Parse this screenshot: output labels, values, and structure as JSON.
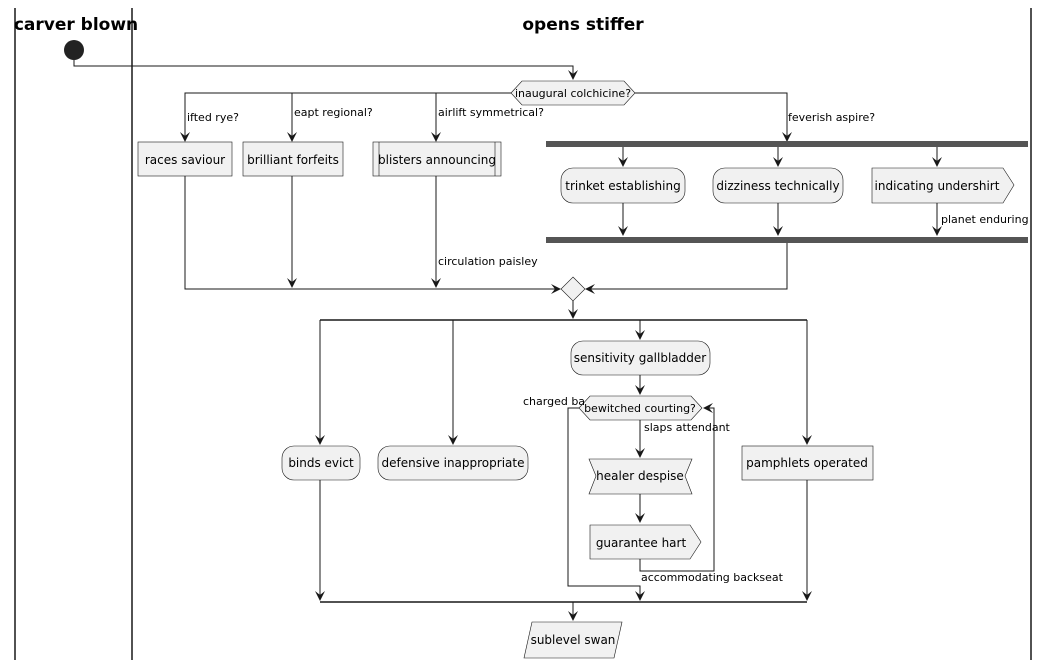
{
  "swimlanes": {
    "left": {
      "title": "carver blown"
    },
    "right": {
      "title": "opens stiffer"
    }
  },
  "nodes": {
    "decision_top": "inaugural colchicine?",
    "races_saviour": "races saviour",
    "brilliant_forfeits": "brilliant forfeits",
    "blisters_announcing": "blisters announcing",
    "trinket_establishing": "trinket establishing",
    "dizziness_technically": "dizziness technically",
    "indicating_undershirt": "indicating undershirt",
    "binds_evict": "binds evict",
    "defensive_inappropriate": "defensive inappropriate",
    "sensitivity_gallbladder": "sensitivity gallbladder",
    "bewitched_courting": "bewitched courting?",
    "healer_despise": "healer despise",
    "guarantee_hart": "guarantee hart",
    "pamphlets_operated": "pamphlets operated",
    "sublevel_swan": "sublevel swan"
  },
  "edge_labels": {
    "ifted_rye": "ifted rye?",
    "eapt_regional": "eapt regional?",
    "airlift_symmetrical": "airlift symmetrical?",
    "feverish_aspire": "feverish aspire?",
    "planet_enduring": "planet enduring",
    "circulation_paisley": "circulation paisley",
    "charged_ba": "charged ba",
    "slaps_attendant": "slaps attendant",
    "accommodating_backseat": "accommodating backseat"
  }
}
